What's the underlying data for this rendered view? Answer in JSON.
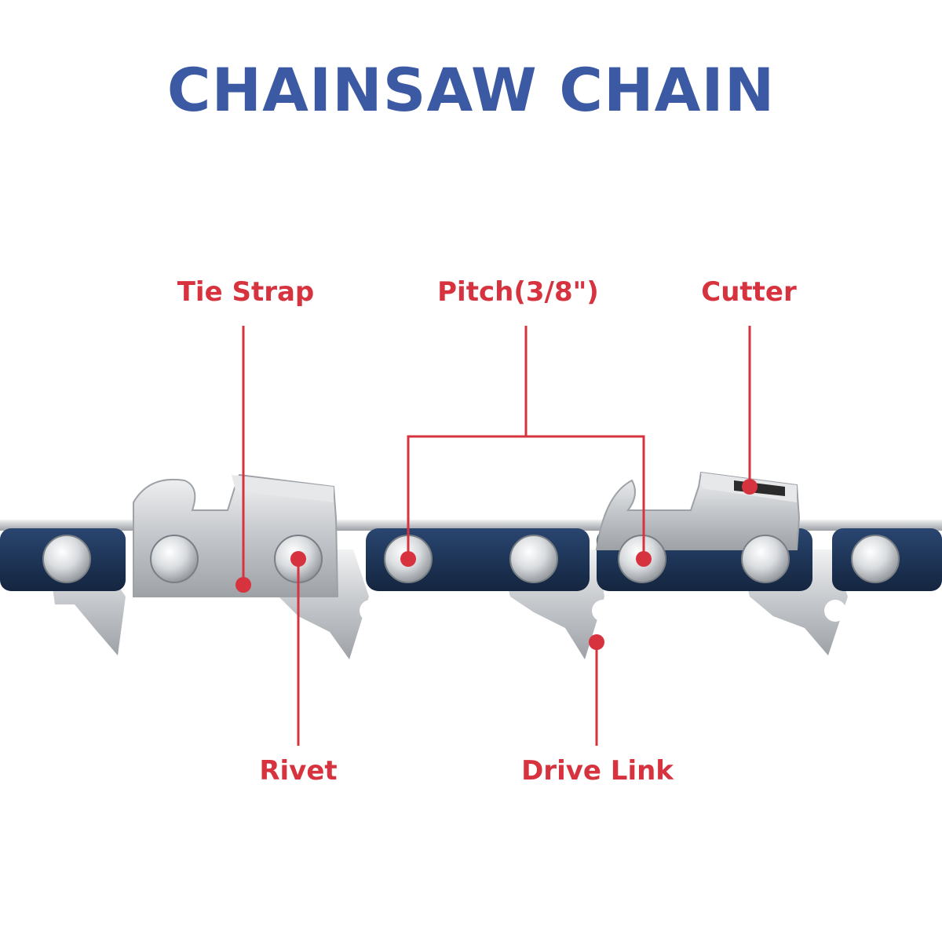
{
  "title": "CHAINSAW CHAIN",
  "labels": {
    "tie_strap": "Tie Strap",
    "pitch": "Pitch(3/8\")",
    "cutter": "Cutter",
    "rivet": "Rivet",
    "drive_link": "Drive Link"
  },
  "colors": {
    "title": "#3b5aa3",
    "label": "#d6333f",
    "link_blue": "#1e3557",
    "steel": "#c9ccd0",
    "steel_light": "#e6e8ea"
  }
}
